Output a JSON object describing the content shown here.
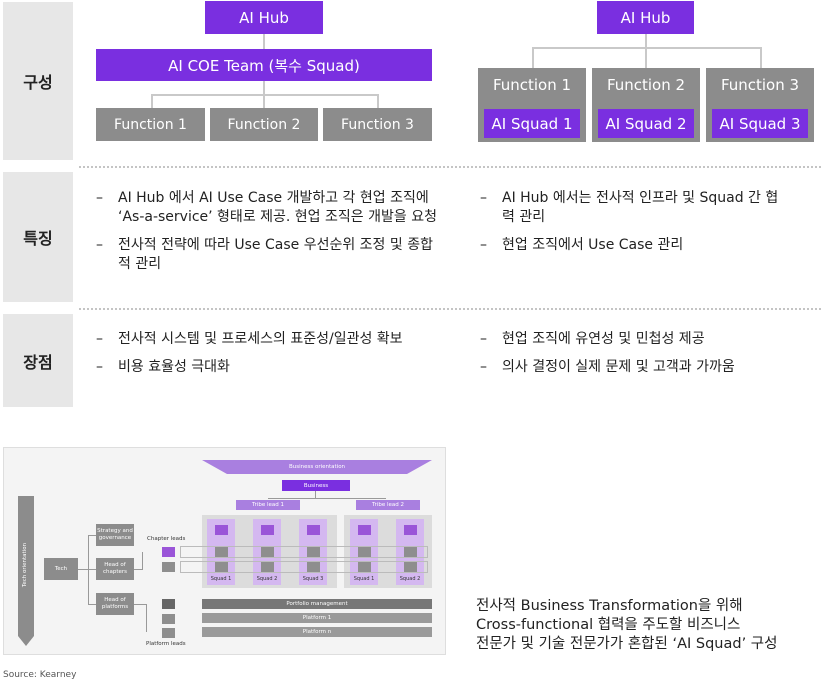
{
  "rows": {
    "structure_label": "구성",
    "features_label": "특징",
    "advantages_label": "장점"
  },
  "left_org": {
    "hub": "AI Hub",
    "coe": "AI COE Team (복수 Squad)",
    "functions": [
      "Function 1",
      "Function 2",
      "Function 3"
    ]
  },
  "right_org": {
    "hub": "AI Hub",
    "functions": [
      "Function 1",
      "Function 2",
      "Function 3"
    ],
    "squads": [
      "AI Squad 1",
      "AI Squad 2",
      "AI Squad 3"
    ]
  },
  "features": {
    "left": [
      "AI Hub 에서 AI Use Case 개발하고 각 현업 조직에 ‘As-a-service’ 형태로 제공. 현업 조직은 개발을 요청",
      "전사적 전략에 따라 Use Case 우선순위 조정 및 종합적 관리"
    ],
    "right": [
      "AI Hub 에서는 전사적 인프라 및 Squad 간 협력 관리",
      "현업 조직에서 Use Case 관리"
    ]
  },
  "advantages": {
    "left": [
      "전사적 시스템 및 프로세스의 표준성/일관성 확보",
      "비용 효율성 극대화"
    ],
    "right": [
      "현업 조직에 유연성 및 민첩성 제공",
      "의사 결정이 실제 문제 및 고객과 가까움"
    ]
  },
  "figure": {
    "business_orientation": "Business orientation",
    "business": "Business",
    "tribe_leads": [
      "Tribe lead 1",
      "Tribe lead 2"
    ],
    "tech_orientation": "Tech orientation",
    "tech": "Tech",
    "branches": [
      "Strategy and governance",
      "Head of chapters",
      "Head of platforms"
    ],
    "chapter_leads": "Chapter leads",
    "squads": [
      "Squad 1",
      "Squad 2",
      "Squad 3",
      "Squad 1",
      "Squad 2"
    ],
    "platform_rows": [
      "Portfolio management",
      "Platform 1",
      "Platform n"
    ],
    "platform_leads": "Platform leads"
  },
  "caption": [
    "전사적 Business Transformation을 위해",
    "Cross-functional 협력을 주도할 비즈니스",
    "전문가 및 기술 전문가가 혼합된 ‘AI Squad’ 구성"
  ],
  "source": "Source: Kearney",
  "colors": {
    "purple": "#7a2fe0",
    "gray": "#8c8c8c",
    "label_bg": "#e7e7e7"
  }
}
